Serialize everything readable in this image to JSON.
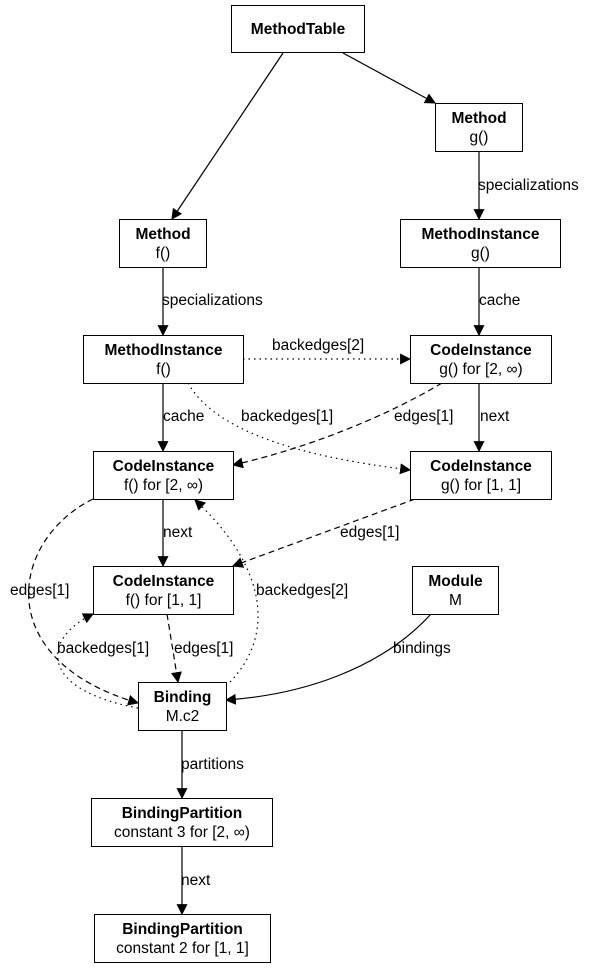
{
  "diagram": {
    "nodes": {
      "method_table": {
        "title": "MethodTable",
        "sub": ""
      },
      "method_g": {
        "title": "Method",
        "sub": "g()"
      },
      "method_f": {
        "title": "Method",
        "sub": "f()"
      },
      "methodinstance_g": {
        "title": "MethodInstance",
        "sub": "g()"
      },
      "methodinstance_f": {
        "title": "MethodInstance",
        "sub": "f()"
      },
      "codeinstance_g_2": {
        "title": "CodeInstance",
        "sub": "g() for [2, ∞)"
      },
      "codeinstance_f_2": {
        "title": "CodeInstance",
        "sub": "f() for [2, ∞)"
      },
      "codeinstance_g_1": {
        "title": "CodeInstance",
        "sub": "g() for [1, 1]"
      },
      "codeinstance_f_1": {
        "title": "CodeInstance",
        "sub": "f() for [1, 1]"
      },
      "module_m": {
        "title": "Module",
        "sub": "M"
      },
      "binding": {
        "title": "Binding",
        "sub": "M.c2"
      },
      "bindingpartition_3": {
        "title": "BindingPartition",
        "sub": "constant 3 for [2, ∞)"
      },
      "bindingpartition_2": {
        "title": "BindingPartition",
        "sub": "constant 2 for [1, 1]"
      }
    },
    "edges": [
      {
        "from": "method_table",
        "to": "method_f",
        "label": "",
        "style": "solid"
      },
      {
        "from": "method_table",
        "to": "method_g",
        "label": "",
        "style": "solid"
      },
      {
        "from": "method_g",
        "to": "methodinstance_g",
        "label": "specializations",
        "style": "solid"
      },
      {
        "from": "method_f",
        "to": "methodinstance_f",
        "label": "specializations",
        "style": "solid"
      },
      {
        "from": "methodinstance_g",
        "to": "codeinstance_g_2",
        "label": "cache",
        "style": "solid"
      },
      {
        "from": "methodinstance_f",
        "to": "codeinstance_g_2",
        "label": "backedges[2]",
        "style": "dotted"
      },
      {
        "from": "methodinstance_f",
        "to": "codeinstance_f_2",
        "label": "cache",
        "style": "solid"
      },
      {
        "from": "methodinstance_f",
        "to": "codeinstance_g_1",
        "label": "backedges[1]",
        "style": "dotted"
      },
      {
        "from": "codeinstance_g_2",
        "to": "codeinstance_f_2",
        "label": "edges[1]",
        "style": "dashed"
      },
      {
        "from": "codeinstance_g_2",
        "to": "codeinstance_g_1",
        "label": "next",
        "style": "solid"
      },
      {
        "from": "codeinstance_f_2",
        "to": "codeinstance_f_1",
        "label": "next",
        "style": "solid"
      },
      {
        "from": "codeinstance_g_1",
        "to": "codeinstance_f_1",
        "label": "edges[1]",
        "style": "dashed"
      },
      {
        "from": "codeinstance_f_2",
        "to": "binding",
        "label": "edges[1]",
        "style": "dashed"
      },
      {
        "from": "binding",
        "to": "codeinstance_f_2",
        "label": "backedges[2]",
        "style": "dotted"
      },
      {
        "from": "binding",
        "to": "codeinstance_f_1",
        "label": "backedges[1]",
        "style": "dotted"
      },
      {
        "from": "codeinstance_f_1",
        "to": "binding",
        "label": "edges[1]",
        "style": "dashed"
      },
      {
        "from": "module_m",
        "to": "binding",
        "label": "bindings",
        "style": "solid"
      },
      {
        "from": "binding",
        "to": "bindingpartition_3",
        "label": "partitions",
        "style": "solid"
      },
      {
        "from": "bindingpartition_3",
        "to": "bindingpartition_2",
        "label": "next",
        "style": "solid"
      }
    ]
  }
}
